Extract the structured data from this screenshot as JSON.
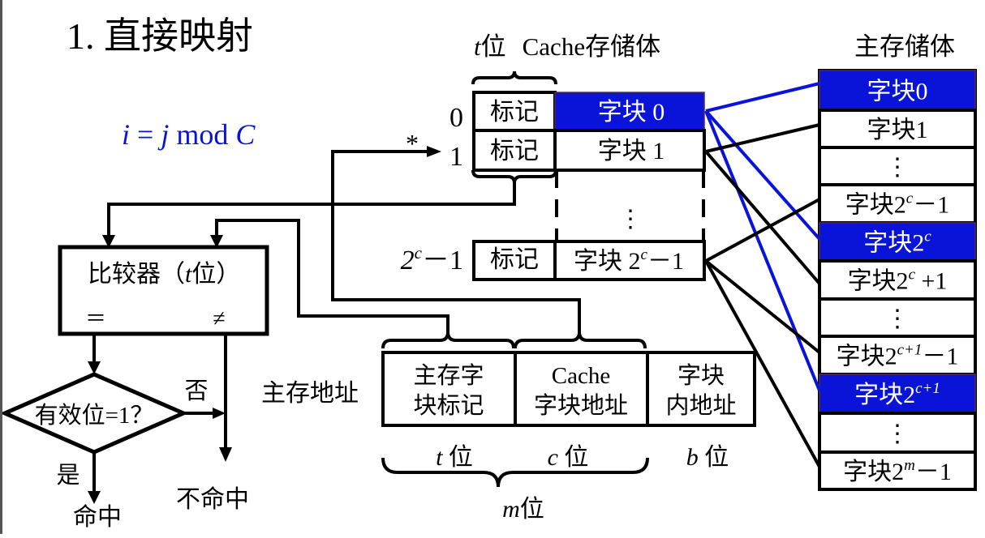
{
  "title": "1. 直接映射",
  "formula": {
    "i": "i",
    "eq": " = ",
    "j": "j",
    "mod": " mod ",
    "C": "C"
  },
  "colors": {
    "accent": "#0a14d8",
    "highlight_fill": "#0a14d8",
    "highlight_text": "#ffffff",
    "line": "#000000"
  },
  "cache": {
    "title_t": "t",
    "title_wei": "位",
    "title_label": "Cache存储体",
    "rows": [
      {
        "index": "0",
        "tag": "标记",
        "block": "字块 0",
        "highlight": true
      },
      {
        "index": "1",
        "tag": "标记",
        "block": "字块 1",
        "highlight": false
      },
      {
        "index_base": "2",
        "index_sup": "c",
        "index_tail": "－1",
        "tag": "标记",
        "block_base": "字块 2",
        "block_sup": "c",
        "block_tail": "－1",
        "highlight": false
      }
    ],
    "ellipsis": "⋮",
    "pointer": "*"
  },
  "memory": {
    "title": "主存储体",
    "rows": [
      {
        "base": "字块0",
        "sup": "",
        "tail": "",
        "highlight": true
      },
      {
        "base": "字块1",
        "sup": "",
        "tail": "",
        "highlight": false
      },
      {
        "base": "⋮",
        "sup": "",
        "tail": "",
        "highlight": false,
        "ellipsis": true
      },
      {
        "base": "字块2",
        "sup": "c",
        "tail": "－1",
        "highlight": false
      },
      {
        "base": "字块2",
        "sup": "c",
        "tail": "",
        "highlight": true
      },
      {
        "base": "字块2",
        "sup": "c",
        "tail": " +1",
        "highlight": false
      },
      {
        "base": "⋮",
        "sup": "",
        "tail": "",
        "highlight": false,
        "ellipsis": true
      },
      {
        "base": "字块2",
        "sup": "c+1",
        "tail": "－1",
        "highlight": false
      },
      {
        "base": "字块2",
        "sup": "c+1",
        "tail": "",
        "highlight": true
      },
      {
        "base": "⋮",
        "sup": "",
        "tail": "",
        "highlight": false,
        "ellipsis": true
      },
      {
        "base": "字块2",
        "sup": "m",
        "tail": "－1",
        "highlight": false
      }
    ]
  },
  "comparator": {
    "label": "比较器（",
    "t": "t",
    "label_end": "位）",
    "eq": "＝",
    "neq": "≠"
  },
  "decision": {
    "label": "有效位=1？",
    "no": "否",
    "yes": "是"
  },
  "results": {
    "hit": "命中",
    "miss": "不命中"
  },
  "address": {
    "label": "主存地址",
    "fields": [
      {
        "line1": "主存字",
        "line2": "块标记",
        "bits_var": "t",
        "bits_unit": " 位"
      },
      {
        "line1": "Cache",
        "line2": "字块地址",
        "bits_var": "c",
        "bits_unit": " 位"
      },
      {
        "line1": "字块",
        "line2": "内地址",
        "bits_var": "b",
        "bits_unit": " 位"
      }
    ],
    "total_var": "m",
    "total_unit": "位"
  }
}
